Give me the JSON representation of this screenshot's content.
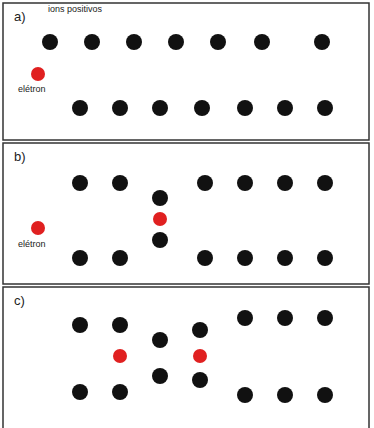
{
  "diagram": {
    "labels": [
      "a)",
      "ions positivos",
      "elétron",
      "b)",
      "elétron",
      "c)"
    ]
  }
}
